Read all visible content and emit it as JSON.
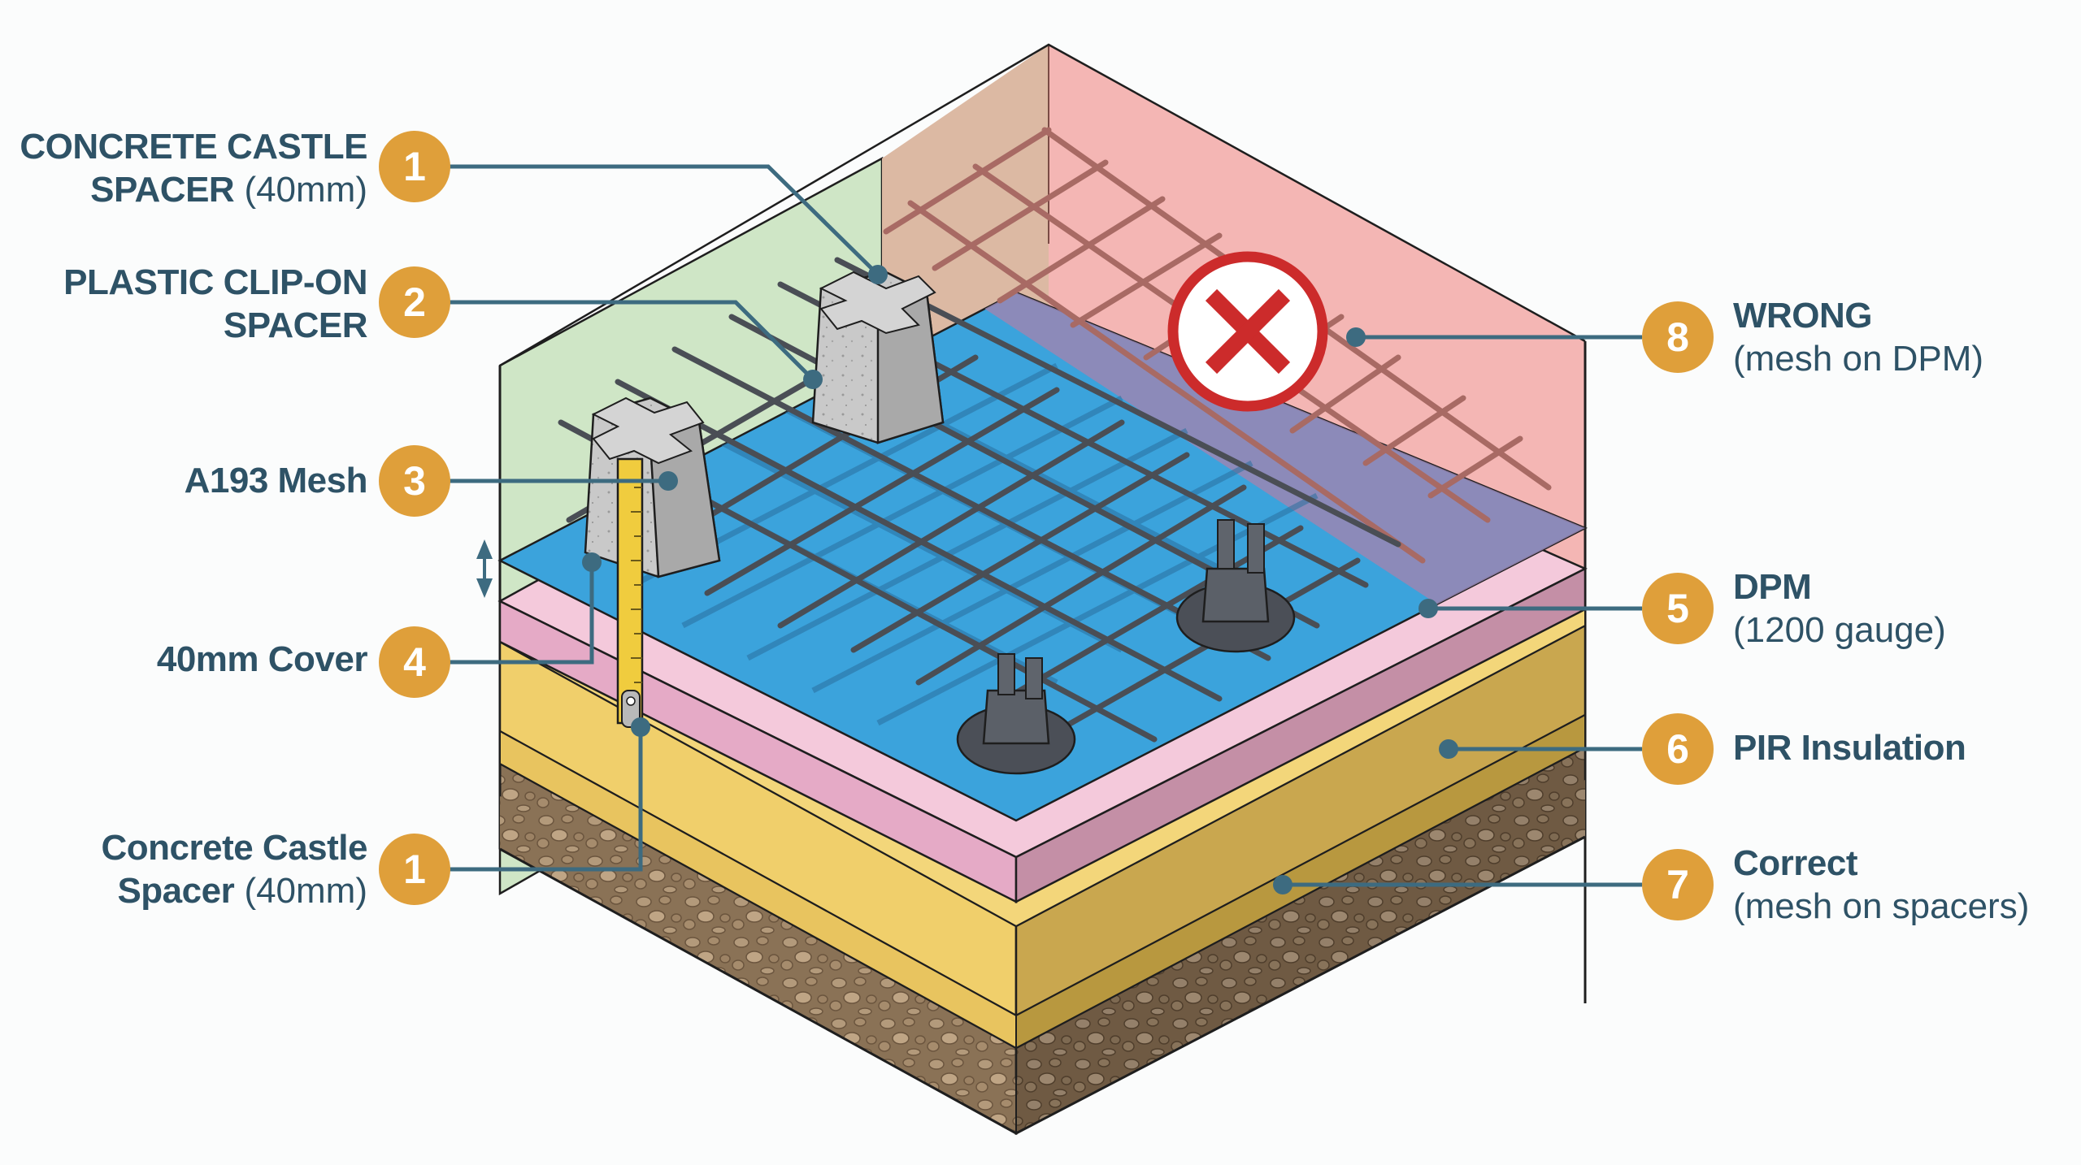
{
  "diagram": {
    "subject": "Isometric cut-away of ground-bearing slab showing reinforcement mesh support",
    "colors": {
      "badge": "#df9f3a",
      "leader_line": "#3d6b80",
      "label_text": "#2e5266",
      "wrong_zone": "#f4b6b4",
      "correct_zone": "#cfe6c6",
      "dpm": "#3ba3dc",
      "pir_insulation": "#f2c6d8",
      "sand_blinding": "#f0cf6b",
      "hardcore": "#8c7457",
      "mesh_correct": "#4a4e55",
      "mesh_wrong": "#a86a64",
      "wrong_icon": "#cc2b2b"
    }
  },
  "callouts": {
    "left": [
      {
        "num": "1",
        "bold": "CONCRETE CASTLE",
        "bold2": "SPACER",
        "normal": "(40mm)"
      },
      {
        "num": "2",
        "bold": "PLASTIC CLIP-ON",
        "bold2": "SPACER",
        "normal": ""
      },
      {
        "num": "3",
        "bold": "A193 Mesh",
        "bold2": "",
        "normal": ""
      },
      {
        "num": "4",
        "bold": "40mm Cover",
        "bold2": "",
        "normal": ""
      },
      {
        "num": "1",
        "bold": "Concrete Castle",
        "bold2": "Spacer",
        "normal": "(40mm)"
      }
    ],
    "right": [
      {
        "num": "8",
        "bold": "WRONG",
        "normal": "(mesh on DPM)"
      },
      {
        "num": "5",
        "bold": "DPM",
        "normal": "(1200 gauge)"
      },
      {
        "num": "6",
        "bold": "PIR Insulation",
        "normal": ""
      },
      {
        "num": "7",
        "bold": "Correct",
        "normal": "(mesh on spacers)"
      }
    ]
  },
  "icons": {
    "wrong": "x-in-circle-icon",
    "cover_dimension": "double-arrow-vertical-icon",
    "tape_measure": "tape-measure-icon"
  }
}
